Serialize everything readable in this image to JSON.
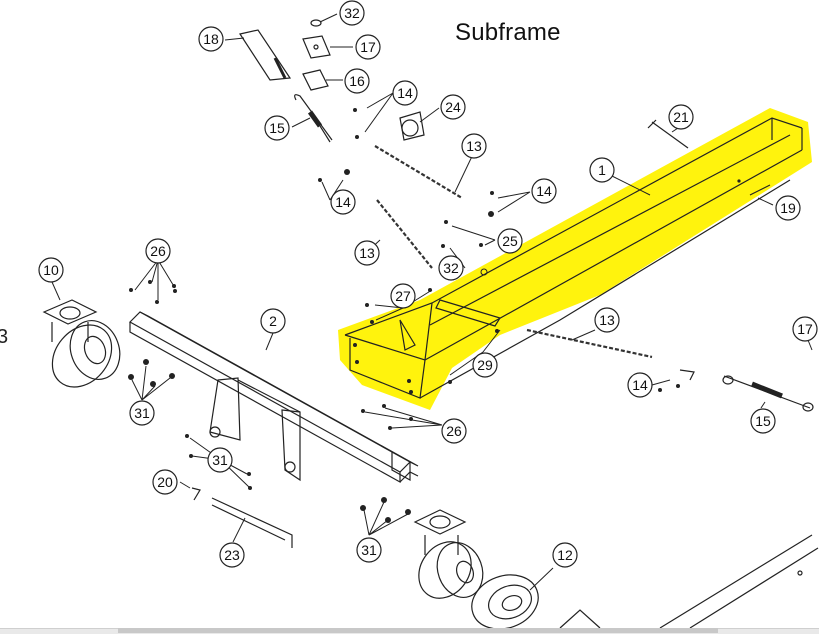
{
  "title": "Subframe",
  "edge_glyph": "3",
  "highlight_color": "#fff200",
  "callouts": [
    {
      "id": "c32a",
      "label": "32"
    },
    {
      "id": "c18",
      "label": "18"
    },
    {
      "id": "c17a",
      "label": "17"
    },
    {
      "id": "c16",
      "label": "16"
    },
    {
      "id": "c14a",
      "label": "14"
    },
    {
      "id": "c24",
      "label": "24"
    },
    {
      "id": "c15a",
      "label": "15"
    },
    {
      "id": "c21",
      "label": "21"
    },
    {
      "id": "c13a",
      "label": "13"
    },
    {
      "id": "c1",
      "label": "1"
    },
    {
      "id": "c14b",
      "label": "14"
    },
    {
      "id": "c14c",
      "label": "14"
    },
    {
      "id": "c19",
      "label": "19"
    },
    {
      "id": "c25",
      "label": "25"
    },
    {
      "id": "c13b",
      "label": "13"
    },
    {
      "id": "c32b",
      "label": "32"
    },
    {
      "id": "c26a",
      "label": "26"
    },
    {
      "id": "c10",
      "label": "10"
    },
    {
      "id": "c27",
      "label": "27"
    },
    {
      "id": "c2",
      "label": "2"
    },
    {
      "id": "c13c",
      "label": "13"
    },
    {
      "id": "c17b",
      "label": "17"
    },
    {
      "id": "c29",
      "label": "29"
    },
    {
      "id": "c14d",
      "label": "14"
    },
    {
      "id": "c31a",
      "label": "31"
    },
    {
      "id": "c26b",
      "label": "26"
    },
    {
      "id": "c15b",
      "label": "15"
    },
    {
      "id": "c31b",
      "label": "31"
    },
    {
      "id": "c20",
      "label": "20"
    },
    {
      "id": "c23",
      "label": "23"
    },
    {
      "id": "c31c",
      "label": "31"
    },
    {
      "id": "c12",
      "label": "12"
    }
  ]
}
